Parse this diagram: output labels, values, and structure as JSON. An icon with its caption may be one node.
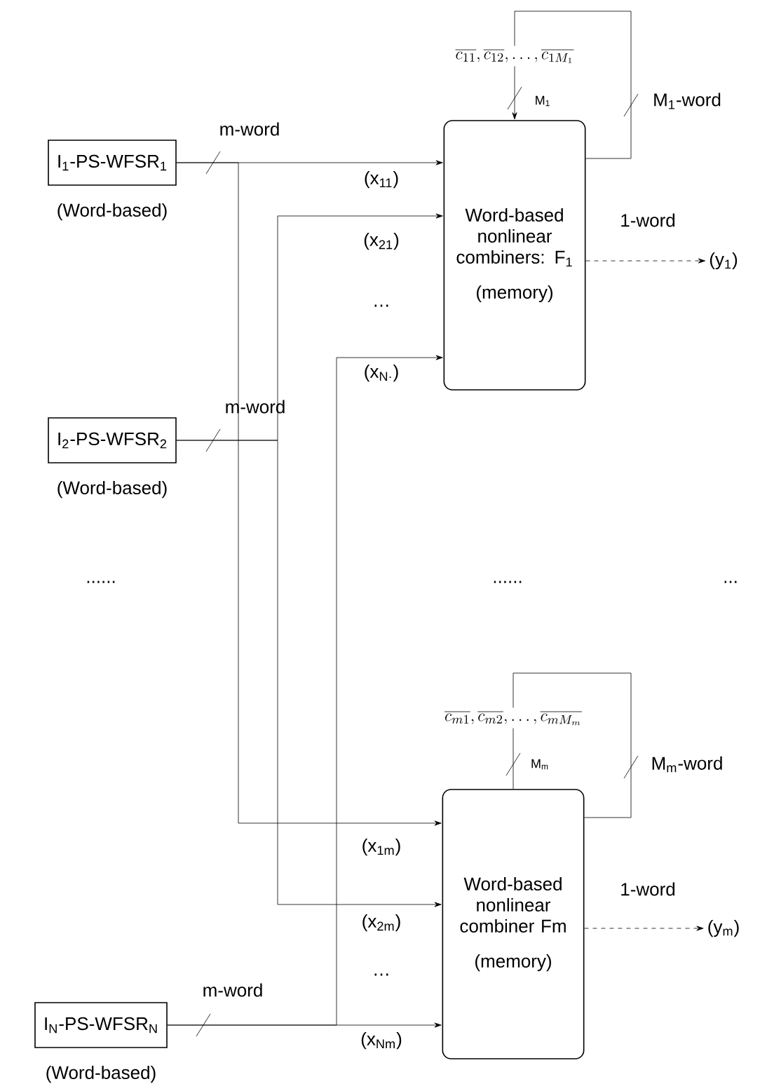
{
  "diagram": {
    "nodes": [
      {
        "text": [
          "I$_{1}$-PS-WFSR$_{1}$"
        ],
        "beside": [
          "(Word-based)"
        ]
      },
      {
        "text": [
          "I$_{2}$-PS-WFSR$_{2}$"
        ],
        "beside": [
          "(Word-based)"
        ]
      },
      {
        "text": [
          "I$_{N}$-PS-WFSR$_{N}$"
        ],
        "beside": [
          "(Word-based)"
        ]
      },
      {
        "text": [
          "Word-based nonlinear combiners: F$_{1}$",
          "(memory)"
        ]
      },
      {
        "text": [
          "Word-based nonlinear combiner Fm",
          "(memory)"
        ]
      },
      {
        "text": [
          "\\overline{c_{11}},\\overline{c_{12}},\\ldots,\\overline{c_{1M_1}}"
        ]
      },
      {
        "text": [
          "\\overline{c_{m1}},\\overline{c_{m2}},\\ldots,\\overline{c_{mM_m}}"
        ]
      },
      {
        "text": [
          "(y$_{1}$)"
        ]
      },
      {
        "text": [
          "(y$_{m}$)"
        ]
      }
    ],
    "edges": [
      {
        "from": 0,
        "to": 3,
        "arrow": "to",
        "label": "(x$_{11}$)"
      },
      {
        "from": 0,
        "to": 4,
        "arrow": "to",
        "label": "(x$_{1m}$)"
      },
      {
        "from": 1,
        "to": 3,
        "arrow": "to",
        "label": "(x$_{21}$)"
      },
      {
        "from": 1,
        "to": 4,
        "arrow": "to",
        "label": "(x$_{2m}$)"
      },
      {
        "from": 2,
        "to": 3,
        "arrow": "to",
        "label": "(x$_{N·}$)"
      },
      {
        "from": 2,
        "to": 4,
        "arrow": "to",
        "label": "(x$_{Nm}$)"
      },
      {
        "from": 3,
        "to": 5,
        "arrow": "none",
        "label": "M$_{1}$-word"
      },
      {
        "from": 5,
        "to": 3,
        "arrow": "to",
        "label": "M$_{1}$"
      },
      {
        "from": 4,
        "to": 6,
        "arrow": "none",
        "label": "M$_{m}$-word"
      },
      {
        "from": 6,
        "to": 4,
        "arrow": "none",
        "label": "M$_{m}$"
      },
      {
        "from": 3,
        "to": 7,
        "arrow": "to",
        "label": "1-word",
        "style": "dashed"
      },
      {
        "from": 4,
        "to": 8,
        "arrow": "to",
        "label": "1-word",
        "style": "dashed"
      }
    ],
    "labels": [
      "m-word",
      "m-word",
      "m-word",
      "…",
      "…",
      "......",
      "......",
      "..."
    ]
  }
}
